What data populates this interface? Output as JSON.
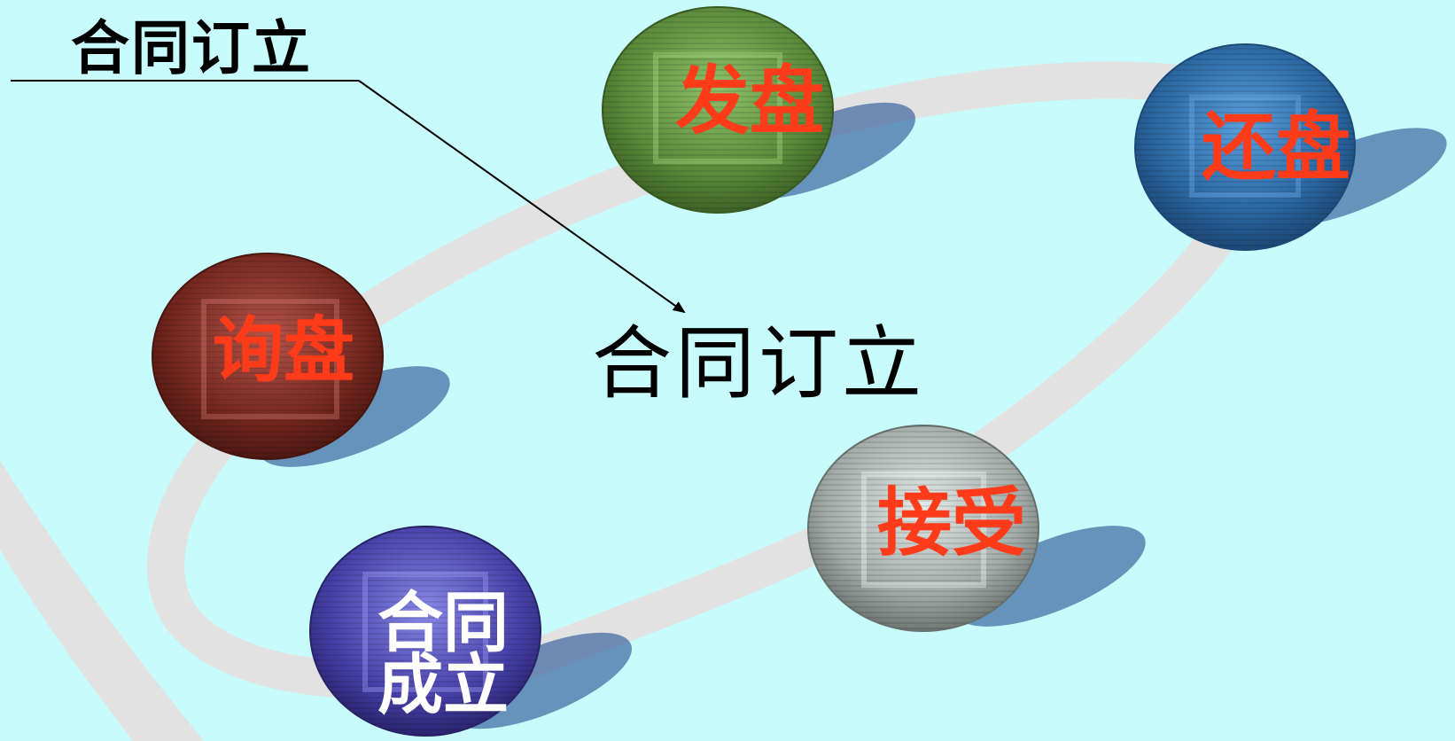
{
  "title_label": "合同订立",
  "center_label": "合同订立",
  "nodes": [
    {
      "id": "fapan",
      "label": "发盘",
      "color": "#5f8f3f",
      "text_color": "#ff3b1a"
    },
    {
      "id": "huanpan",
      "label": "还盘",
      "color": "#2f6aa0",
      "text_color": "#ff3b1a"
    },
    {
      "id": "xunpan",
      "label": "询盘",
      "color": "#7a2a22",
      "text_color": "#ff3b1a"
    },
    {
      "id": "jieshou",
      "label": "接受",
      "color": "#9aa3a0",
      "text_color": "#ff3b1a"
    },
    {
      "id": "chengli",
      "label": "合同成立",
      "color": "#4a44a8",
      "text_color": "#ffffff"
    }
  ],
  "colors": {
    "background": "#c8fbfb",
    "loop_track": "#e2e2e2",
    "shadow": "#2f5a9a"
  }
}
